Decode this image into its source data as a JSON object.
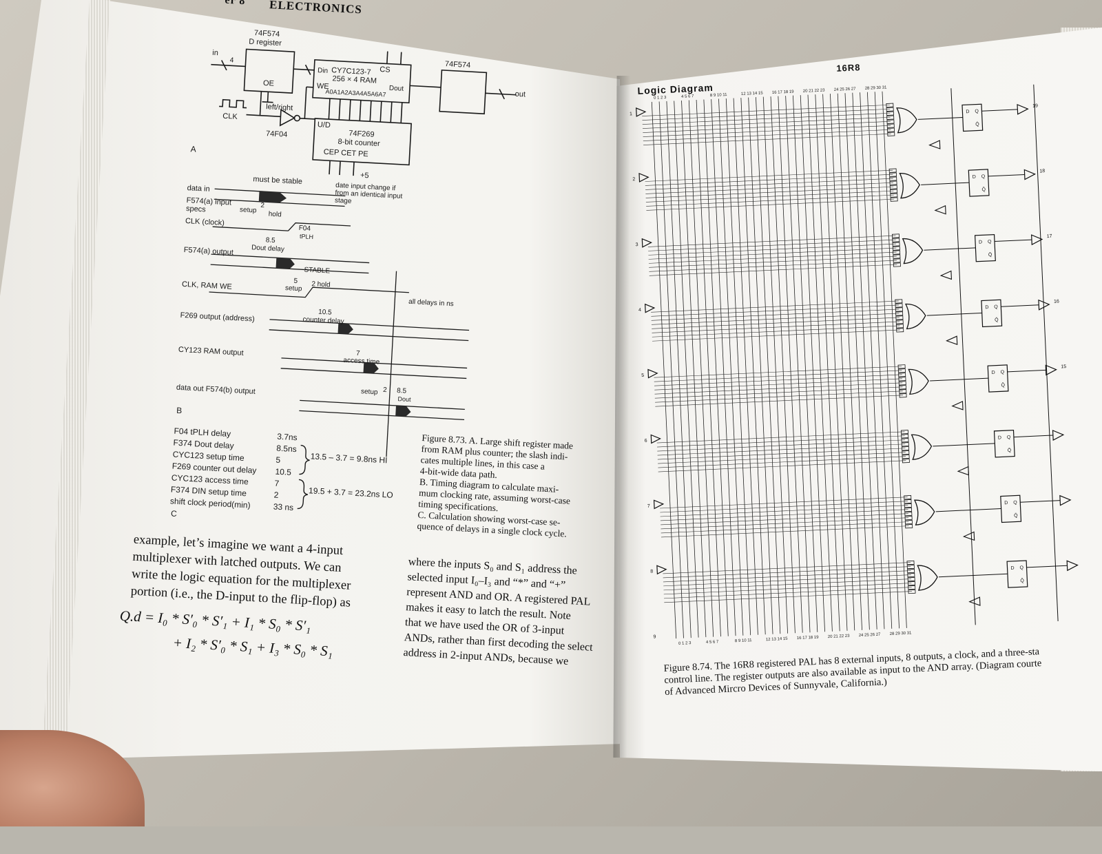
{
  "left_page": {
    "header": {
      "chapter": "er 8",
      "title": "ELECTRONICS"
    },
    "figure_a": {
      "panel_label": "A",
      "labels": {
        "in": "in",
        "bus_width": "4",
        "d_register_part": "74F574",
        "d_register_name": "D register",
        "oe": "OE",
        "ram_part": "CY7C123-7",
        "ram_size": "256 × 4 RAM",
        "cs": "CS",
        "we": "WE",
        "din": "Din",
        "dout": "Dout",
        "addr": "A0A1A2A3A4A5A6A7",
        "out_register_part": "74F574",
        "out": "out",
        "clk": "CLK",
        "left_right": "left/right",
        "inverter_part": "74F04",
        "counter_ud": "U/D",
        "counter_part": "74F269",
        "counter_name": "8-bit counter",
        "counter_pins": "CEP CET PE",
        "plus5": "+5"
      }
    },
    "figure_b": {
      "panel_label": "B",
      "signals": [
        "data in",
        "F574(a) input specs",
        "CLK (clock)",
        "F574(a) output",
        "CLK, RAM WE",
        "F269 output (address)",
        "CY123 RAM output",
        "data out F574(b) output"
      ],
      "annotations": {
        "must_be_stable": "must be stable",
        "date_input": "date input change if from an identical input stage",
        "setup": "setup",
        "hold": "hold",
        "two": "2",
        "f04": "F04",
        "tplh": "tPLH",
        "d_8_5": "8.5",
        "dout_delay": "Dout delay",
        "stable": "STABLE",
        "five": "5",
        "two_hold": "2 hold",
        "setup2": "setup",
        "all_delays": "all delays in ns",
        "d_10_5": "10.5",
        "counter_delay": "counter delay",
        "d_7": "7",
        "access_time": "access time",
        "setup3": "setup",
        "two3": "2",
        "d_8_5b": "8.5",
        "dout": "Dout"
      }
    },
    "figure_c": {
      "panel_label": "C",
      "rows": [
        {
          "name": "F04 tPLH delay",
          "value": "3.7ns"
        },
        {
          "name": "F374 Dout delay",
          "value": "8.5ns"
        },
        {
          "name": "CYC123 setup time",
          "value": "5"
        },
        {
          "name": "F269 counter out delay",
          "value": "10.5"
        },
        {
          "name": "CYC123 access time",
          "value": "7"
        },
        {
          "name": "F374 DIN setup time",
          "value": "2"
        },
        {
          "name": "shift clock period(min)",
          "value": "33  ns"
        }
      ],
      "calc_hi": "13.5 – 3.7 = 9.8ns HI",
      "calc_lo": "19.5 + 3.7 = 23.2ns LO"
    },
    "caption_873": [
      "Figure 8.73. A. Large shift register made",
      "from RAM plus counter; the slash indi-",
      "cates multiple lines, in this case a",
      "4-bit-wide data path.",
      "B. Timing diagram to calculate maxi-",
      "mum clocking rate, assuming worst-case",
      "timing specifications.",
      "C. Calculation showing worst-case se-",
      "quence of delays in a single clock cycle."
    ],
    "body_left": [
      "example, let’s imagine we want a 4-input",
      "multiplexer with latched outputs. We can",
      "write the logic equation for the multiplexer",
      "portion (i.e., the D-input to the flip-flop) as"
    ],
    "equation_1": "Q.d = I₀ * S′₀ * S′₁ + I₁ * S₀ * S′₁",
    "equation_2": "+ I₂ * S′₀ * S₁ + I₃ * S₀ * S₁",
    "body_right": [
      "where the inputs S₀ and S₁ address the",
      "selected input I₀–I₃ and “*” and “+”",
      "represent AND and OR. A registered PAL",
      "makes it easy to latch the result. Note",
      "that we have used the OR of 3-input",
      "ANDs, rather than first decoding the select",
      "address in 2-input ANDs, because we"
    ]
  },
  "right_page": {
    "title": "Logic Diagram",
    "device": "16R8",
    "column_groups": [
      "0 1 2 3",
      "4 5 6 7",
      "8 9 10 11",
      "12 13 14 15",
      "16 17 18 19",
      "20 21 22 23",
      "24 25 26 27",
      "28 29 30 31"
    ],
    "input_pins": [
      "1",
      "2",
      "3",
      "4",
      "5",
      "6",
      "7",
      "8",
      "9"
    ],
    "output_pins": [
      "19",
      "18",
      "17",
      "16",
      "15"
    ],
    "ff_labels": {
      "d": "D",
      "q": "Q",
      "qbar": "Q̄"
    },
    "caption_874": [
      "Figure 8.74. The 16R8 registered PAL has 8 external inputs, 8 outputs, a clock, and a three-sta",
      "control line. The register outputs are also available as input to the AND array. (Diagram courte",
      "of Advanced Mircro Devices of Sunnyvale, California.)"
    ]
  }
}
